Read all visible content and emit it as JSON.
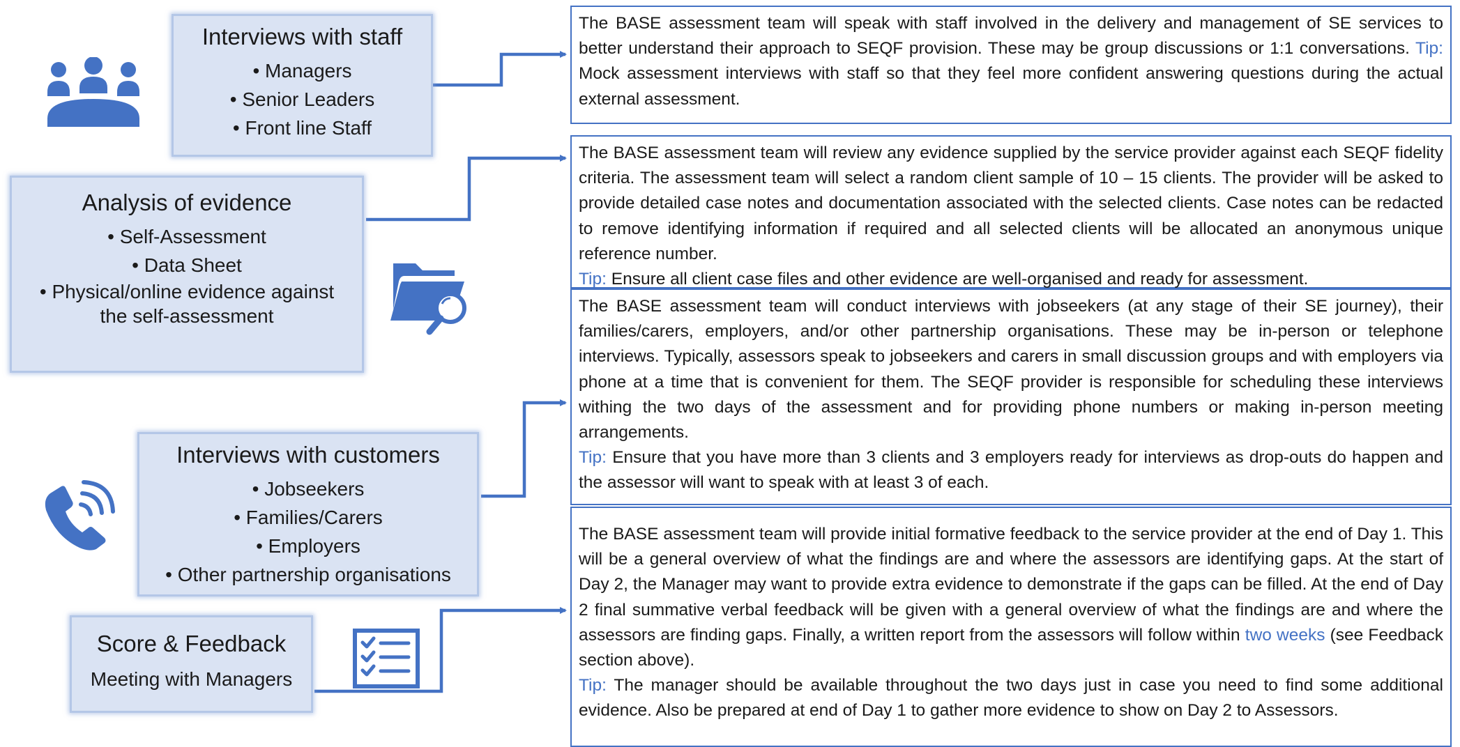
{
  "accent_color": "#4472c4",
  "card_fill": "#dae3f3",
  "cards": {
    "staff": {
      "title": "Interviews with staff",
      "items": [
        "Managers",
        "Senior Leaders",
        "Front line Staff"
      ]
    },
    "evidence": {
      "title": "Analysis of evidence",
      "items": [
        "Self-Assessment",
        "Data Sheet",
        "Physical/online evidence against the self-assessment"
      ]
    },
    "customers": {
      "title": "Interviews with customers",
      "items": [
        "Jobseekers",
        "Families/Carers",
        "Employers",
        "Other partnership organisations"
      ]
    },
    "score": {
      "title": "Score & Feedback",
      "subtitle": "Meeting with Managers"
    }
  },
  "icons": {
    "staff": "group-meeting-icon",
    "evidence": "folder-search-icon",
    "customers": "phone-call-icon",
    "score": "checklist-icon"
  },
  "descriptions": {
    "staff": {
      "body": "The BASE assessment team will speak with staff involved in the delivery and management of SE services to better understand their approach to SEQF provision. These may be group discussions or 1:1 conversations.",
      "tip_label": "Tip:",
      "tip": " Mock assessment interviews with staff so that they feel more confident answering questions during the actual external assessment."
    },
    "evidence": {
      "body": "The BASE assessment team will review any evidence supplied by the service provider against each SEQF fidelity criteria. The assessment team will select a random client sample of 10 – 15 clients. The provider will be asked to provide detailed case notes and documentation associated with the selected clients. Case notes can be redacted to remove identifying information if required and all selected clients will be allocated an anonymous unique reference number.",
      "tip_label": "Tip:",
      "tip": " Ensure all client case files and other evidence are well-organised and ready for assessment."
    },
    "customers": {
      "body": "The BASE assessment team will conduct interviews with jobseekers (at any stage of their SE journey), their families/carers, employers, and/or other partnership organisations. These may be in-person or telephone interviews. Typically, assessors speak to jobseekers and carers in small discussion groups and with employers via phone at a time that is convenient for them. The SEQF provider is responsible for scheduling these interviews withing the two days of the assessment and for providing phone numbers or making in-person meeting arrangements.",
      "tip_label": "Tip:",
      "tip": " Ensure that you have more than 3 clients and 3 employers ready for interviews as drop-outs do happen and the assessor will want to speak with at least 3 of each."
    },
    "score": {
      "body_before_link": "The BASE assessment team will provide initial formative feedback to the service provider at the end of Day 1. This will be a general overview of what the findings are and where the assessors are identifying gaps. At the start of Day 2, the Manager may want to provide extra evidence to demonstrate if the gaps can be filled. At the end of Day 2 final summative verbal feedback will be given with a general overview of what the findings are and where the assessors are finding gaps. Finally, a written report from the assessors will follow within ",
      "link": "two weeks",
      "body_after_link": " (see Feedback section above).",
      "tip_label": "Tip:",
      "tip": " The manager should be available throughout the two days just in case you need to find some additional evidence. Also be prepared at end of Day 1 to gather more evidence to show on Day 2 to Assessors."
    }
  }
}
